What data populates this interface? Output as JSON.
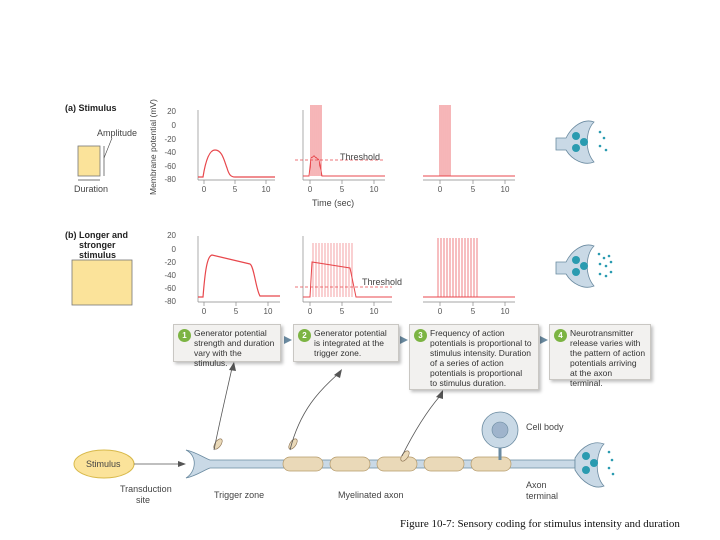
{
  "panel_a": {
    "label": "(a) Stimulus",
    "amplitude": "Amplitude",
    "duration": "Duration",
    "y_axis_label": "Membrane potential (mV)",
    "y_ticks": [
      "20",
      "0",
      "-20",
      "-40",
      "-60",
      "-80"
    ],
    "x_axis_label": "Time (sec)",
    "threshold": "Threshold"
  },
  "panel_b": {
    "label_line1": "(b) Longer and",
    "label_line2": "stronger",
    "label_line3": "stimulus",
    "y_ticks": [
      "20",
      "0",
      "-20",
      "-40",
      "-60",
      "-80"
    ],
    "threshold": "Threshold"
  },
  "x_ticks": [
    "0",
    "5",
    "10"
  ],
  "steps": [
    {
      "num": "1",
      "line1": "Generator potential",
      "line2": "strength and duration",
      "line3": "vary with the stimulus."
    },
    {
      "num": "2",
      "line1": "Generator potential",
      "line2": "is integrated at the",
      "line3": "trigger zone."
    },
    {
      "num": "3",
      "line1": "Frequency of action",
      "line2": "potentials is proportional to",
      "line3": "stimulus intensity. Duration",
      "line4": "of a series of action",
      "line5": "potentials is proportional",
      "line6": "to stimulus duration."
    },
    {
      "num": "4",
      "line1": "Neurotransmitter",
      "line2": "release varies with",
      "line3": "the pattern of action",
      "line4": "potentials arriving",
      "line5": "at the axon terminal."
    }
  ],
  "neuron": {
    "stimulus": "Stimulus",
    "transduction1": "Transduction",
    "transduction2": "site",
    "trigger_zone": "Trigger zone",
    "myelinated_axon": "Myelinated axon",
    "cell_body": "Cell body",
    "axon1": "Axon",
    "axon2": "terminal"
  },
  "caption": "Figure 10-7: Sensory coding for stimulus intensity and duration",
  "colors": {
    "trace": "#e8474c",
    "stimulus": "#fbe39a",
    "axon": "#c9d9e6",
    "myelin": "#ead9b8",
    "vesicle": "#2a9bb0",
    "step_badge": "#7cb443"
  }
}
